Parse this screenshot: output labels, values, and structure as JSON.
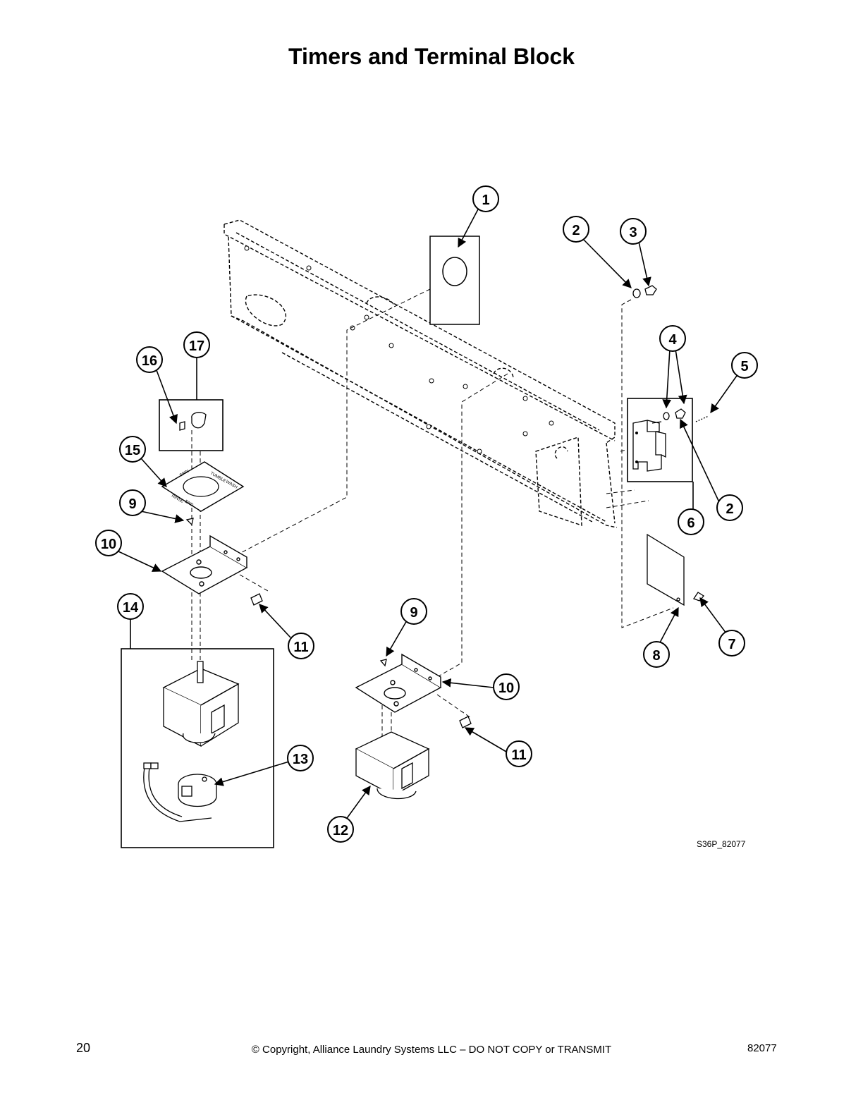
{
  "page": {
    "title": "Timers and Terminal Block",
    "figure_id": "S36P_82077",
    "page_number": "20",
    "copyright": "© Copyright, Alliance Laundry Systems LLC – DO NOT COPY or TRANSMIT",
    "doc_number": "82077"
  },
  "callouts": {
    "c1": "1",
    "c2a": "2",
    "c3": "3",
    "c4": "4",
    "c5": "5",
    "c2b": "2",
    "c6": "6",
    "c7": "7",
    "c8": "8",
    "c9a": "9",
    "c10a": "10",
    "c11a": "11",
    "c9b": "9",
    "c10b": "10",
    "c11b": "11",
    "c12": "12",
    "c13": "13",
    "c14": "14",
    "c15": "15",
    "c16": "16",
    "c17": "17"
  },
  "dial_labels": {
    "tumble": "TUMBLE",
    "wash": "WASH",
    "spin": "SPIN",
    "rinse": "RINSE",
    "end": "END"
  }
}
